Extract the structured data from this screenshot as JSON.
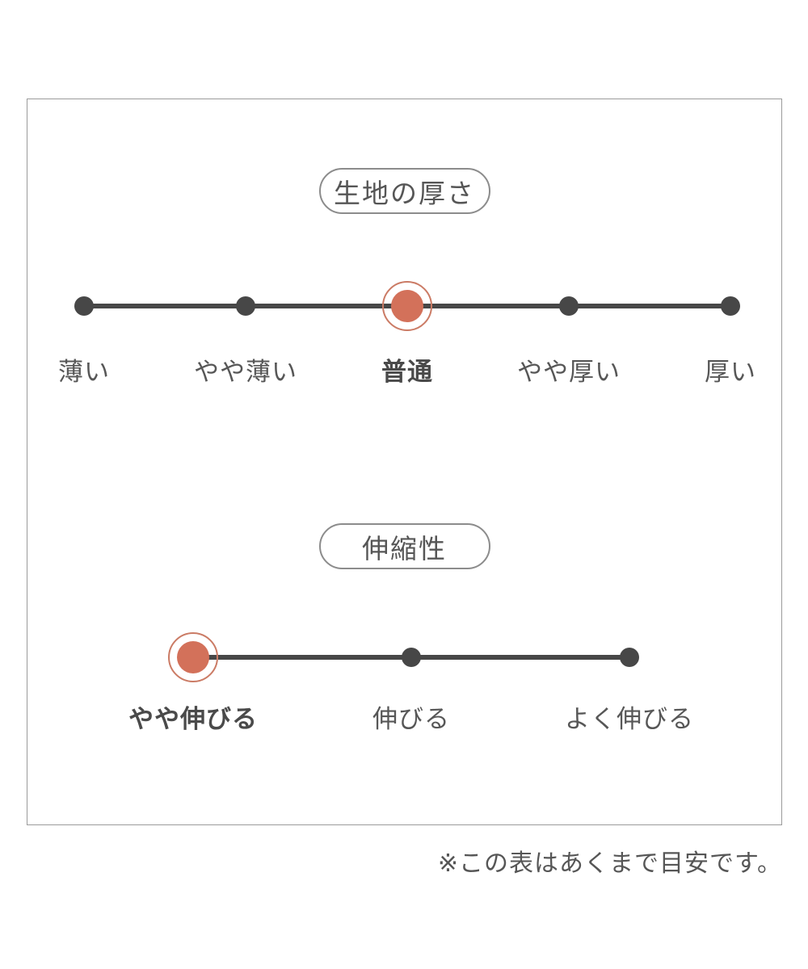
{
  "colors": {
    "accent": "#d3715a",
    "accent_ring": "#cb7b65",
    "dot": "#474747",
    "text": "#575757",
    "text_strong": "#4a4a4a",
    "border": "#9b9b9b",
    "pill_border": "#8c8c8c"
  },
  "note": "※この表はあくまで目安です。",
  "chart_data": [
    {
      "type": "scale",
      "title": "生地の厚さ",
      "options": [
        "薄い",
        "やや薄い",
        "普通",
        "やや厚い",
        "厚い"
      ],
      "selected_index": 2,
      "selected_value": "普通",
      "num_points": 5,
      "accent_color": "#d3715a"
    },
    {
      "type": "scale",
      "title": "伸縮性",
      "options": [
        "やや伸びる",
        "伸びる",
        "よく伸びる"
      ],
      "selected_index": 0,
      "selected_value": "やや伸びる",
      "num_points": 3,
      "accent_color": "#d3715a"
    }
  ]
}
